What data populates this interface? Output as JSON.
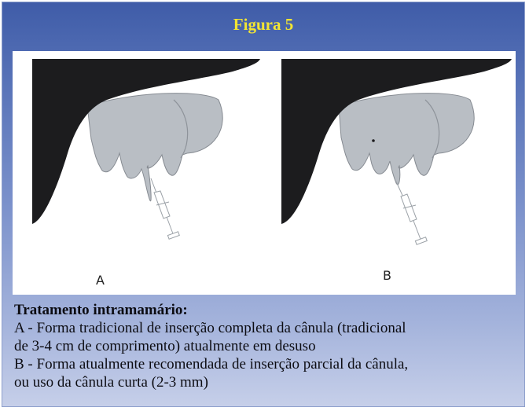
{
  "figure": {
    "title": "Figura 5",
    "panel_labels": {
      "a": "A",
      "b": "B"
    }
  },
  "caption": {
    "heading": "Tratamento intramamário:",
    "line_a1": "A - Forma tradicional de inserção completa da cânula (tradicional",
    "line_a2": "de 3-4  cm de comprimento) atualmente em desuso",
    "line_b1": "B - Forma atualmente recomendada de inserção parcial da cânula,",
    "line_b2": "ou uso  da cânula curta (2-3 mm)"
  },
  "colors": {
    "background": "#5873b8",
    "title": "#f2e533",
    "udder": "#b9bec4",
    "body": "#1c1c1e"
  },
  "icons": [
    "udder-illustration",
    "syringe-icon"
  ]
}
